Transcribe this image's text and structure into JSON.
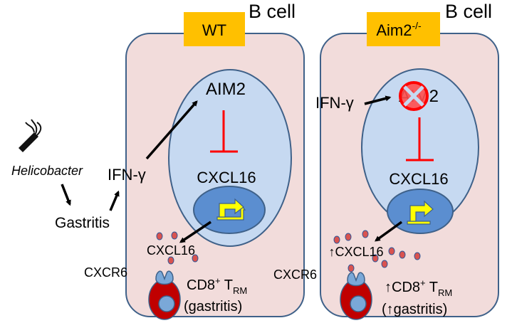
{
  "left_panel": {
    "cell_title": "B cell",
    "genotype": "WT",
    "nucleus_gene": "AIM2",
    "nucleus_target": "CXCL16",
    "secreted": "CXCL16",
    "receptor": "CXCR6",
    "tcell_label_main": "CD8",
    "tcell_label_sup": "+",
    "tcell_label_t": " T",
    "tcell_label_sub": "RM",
    "tcell_condition": "(gastritis)"
  },
  "right_panel": {
    "cell_title": "B cell",
    "genotype_base": "Aim2",
    "genotype_sup": "-/-",
    "cytokine": "IFN-γ",
    "nucleus_gene": "AIM2",
    "nucleus_target": "CXCL16",
    "secreted": "↑CXCL16",
    "receptor": "CXCR6",
    "tcell_label_main": "↑CD8",
    "tcell_label_sup": "+",
    "tcell_label_t": " T",
    "tcell_label_sub": "RM",
    "tcell_condition": "(↑gastritis)"
  },
  "pathway": {
    "bacterium": "Helicobacter",
    "disease": "Gastritis",
    "cytokine": "IFN-γ"
  },
  "colors": {
    "cell_fill": "#f2dcdb",
    "cell_stroke": "#3f6189",
    "nucleus_fill": "#c6d9f1",
    "nucleus_stroke": "#3f6189",
    "promoter_fill": "#5b8ed0",
    "genotype_badge": "#ffc000",
    "inhibition": "#ff0000",
    "gene_arrow": "#ffff00",
    "tcell_outer": "#c00000",
    "tcell_inner": "#7aa8d8",
    "dot_fill": "#d9534f",
    "dot_stroke": "#2f5597"
  },
  "icons": {
    "bacterium": "helicobacter-icon",
    "knockout": "prohibition-icon"
  }
}
